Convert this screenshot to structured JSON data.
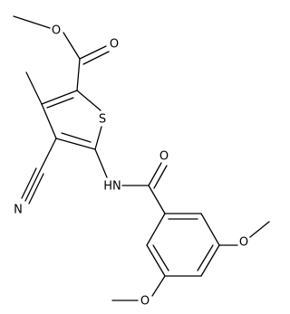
{
  "atoms": {
    "ester_carbonyl_o": "O",
    "ester_o": "O",
    "thiophene_s": "S",
    "nitrile_n": "N",
    "amide_nh": "HN",
    "amide_o": "O",
    "methoxy_o_right": "O",
    "methoxy_o_bottom": "O"
  }
}
